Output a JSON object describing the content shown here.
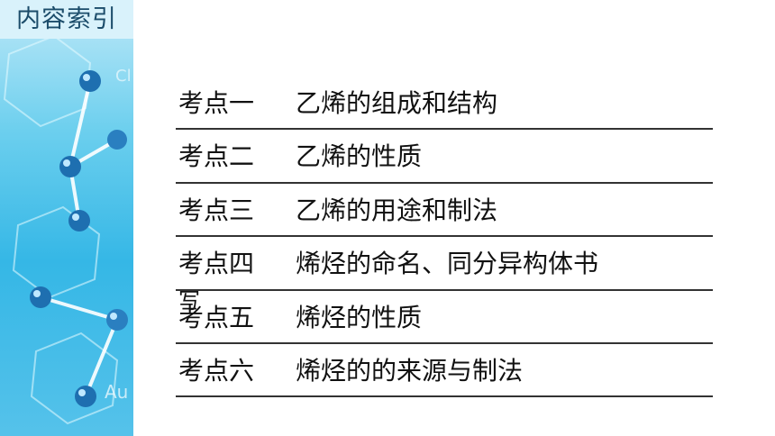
{
  "header": {
    "title": "内容索引"
  },
  "toc": [
    {
      "label": "考点一",
      "title": "乙烯的组成和结构"
    },
    {
      "label": "考点二",
      "title": "乙烯的性质"
    },
    {
      "label": "考点三",
      "title": "乙烯的用途和制法"
    },
    {
      "label": "考点四",
      "title": "烯烃的命名、同分异构体书"
    },
    {
      "label": "考点五",
      "title": "烯烃的性质"
    },
    {
      "label": "考点六",
      "title": "烯烃的的来源与制法"
    }
  ],
  "toc_overflow_text": "写",
  "decor": {
    "element_symbols": [
      "Cl",
      "Au"
    ]
  },
  "colors": {
    "panel_blue": "#35b7e6",
    "title_bg": "#d9f2fb",
    "rule": "#333333"
  }
}
